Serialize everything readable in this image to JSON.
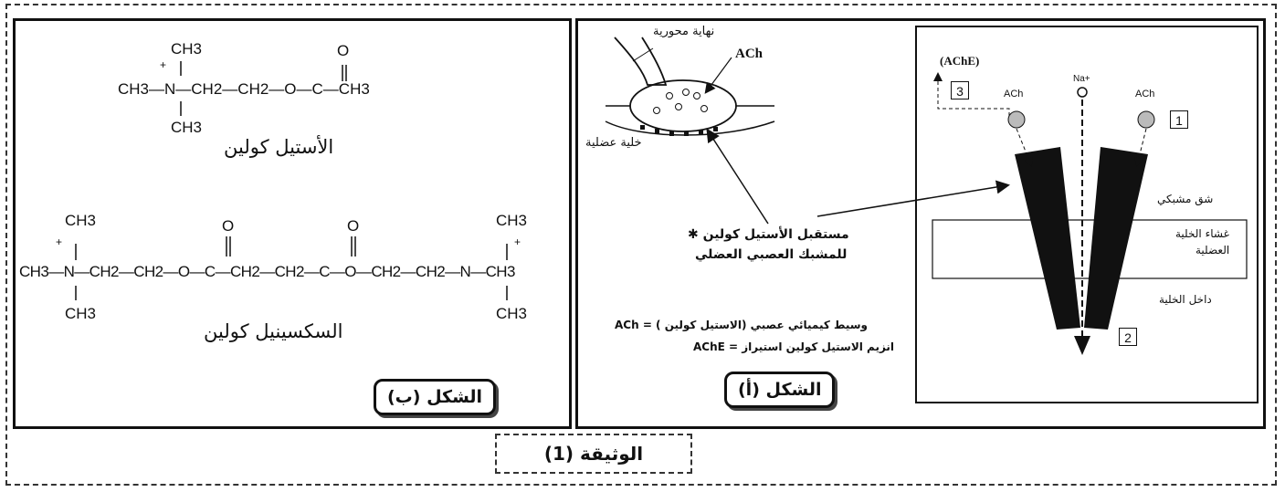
{
  "document": {
    "label": "الوثيقة (1)"
  },
  "figure_b": {
    "label": "الشكل (ب)",
    "acetylcholine": {
      "name": "الأستيل كولين",
      "top_group": "CH3",
      "main_chain": "CH3—N—CH2—CH2—O—C—CH3",
      "bottom_group": "CH3",
      "carbonyl_o": "O",
      "charge": "+"
    },
    "succinylcholine": {
      "name": "السكسينيل كولين",
      "main_chain": "CH3—N—CH2—CH2—O—C—CH2—CH2—C—O—CH2—CH2—N—CH3",
      "top_left": "CH3",
      "bottom_left": "CH3",
      "top_right": "CH3",
      "bottom_right": "CH3",
      "carbonyl_o1": "O",
      "carbonyl_o2": "O",
      "charge_left": "+",
      "charge_right": "+"
    }
  },
  "figure_a": {
    "label": "الشكل (أ)",
    "nerve_ending": "نهاية محورية",
    "muscle_cell": "خلية عضلية",
    "ach_top": "ACh",
    "receptor_line1": "مستقبل الأستيل كولين",
    "receptor_line2": "للمشبك العصبي العضلي",
    "legend_ach": "ACh = وسيط كيميائي عصبي (الاستيل كولين )",
    "legend_ache": "AChE = انزيم الاستيل كولين استيراز",
    "zoom": {
      "ache": "(AChE)",
      "ach_left": "ACh",
      "ach_right": "ACh",
      "na": "Na+",
      "box1": "1",
      "box2": "2",
      "box3": "3",
      "cleft": "شق مشبكي",
      "membrane_line1": "غشاء الخلية",
      "membrane_line2": "العضلية",
      "inside": "داخل الخلية"
    }
  }
}
